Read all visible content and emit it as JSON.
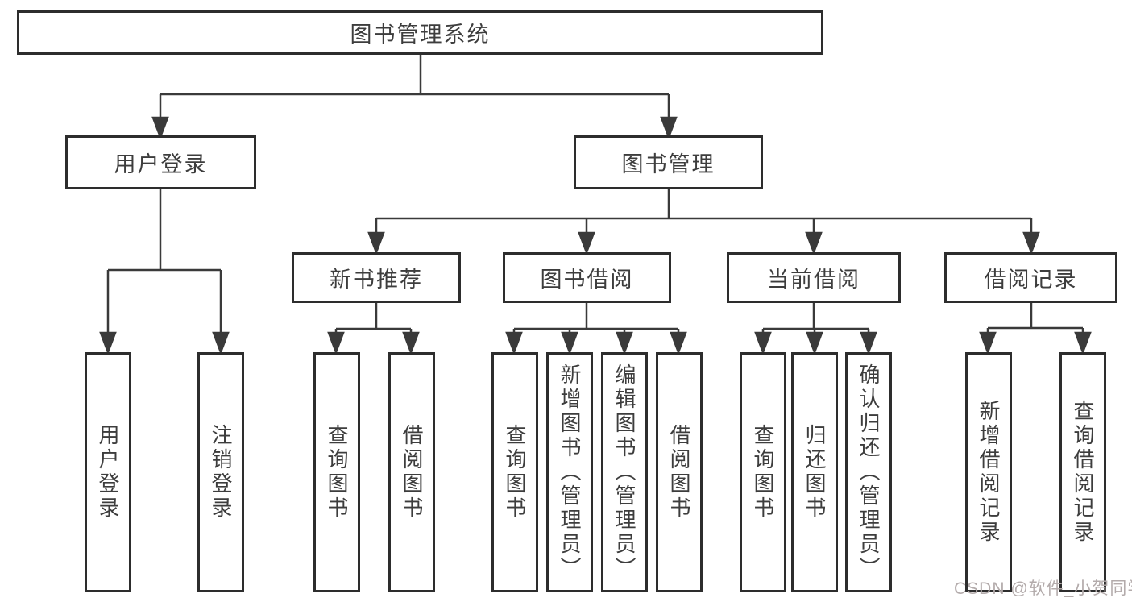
{
  "diagram": {
    "title": "图书管理系统",
    "level2": [
      {
        "label": "用户登录"
      },
      {
        "label": "图书管理"
      }
    ],
    "level3": [
      {
        "label": "新书推荐"
      },
      {
        "label": "图书借阅"
      },
      {
        "label": "当前借阅"
      },
      {
        "label": "借阅记录"
      }
    ],
    "leaves": [
      {
        "label": "用户登录"
      },
      {
        "label": "注销登录"
      },
      {
        "label": "查询图书"
      },
      {
        "label": "借阅图书"
      },
      {
        "label": "查询图书"
      },
      {
        "label": "新增图书（管理员）"
      },
      {
        "label": "编辑图书（管理员）"
      },
      {
        "label": "借阅图书"
      },
      {
        "label": "查询图书"
      },
      {
        "label": "归还图书"
      },
      {
        "label": "确认归还（管理员）"
      },
      {
        "label": "新增借阅记录"
      },
      {
        "label": "查询借阅记录"
      }
    ],
    "watermark": "CSDN @软件_小贺同学",
    "colors": {
      "line": "#3a3a3a",
      "box_border": "#2d2d2d",
      "text": "#3d3d3d",
      "watermark": "#b3abab",
      "background": "#ffffff"
    }
  }
}
